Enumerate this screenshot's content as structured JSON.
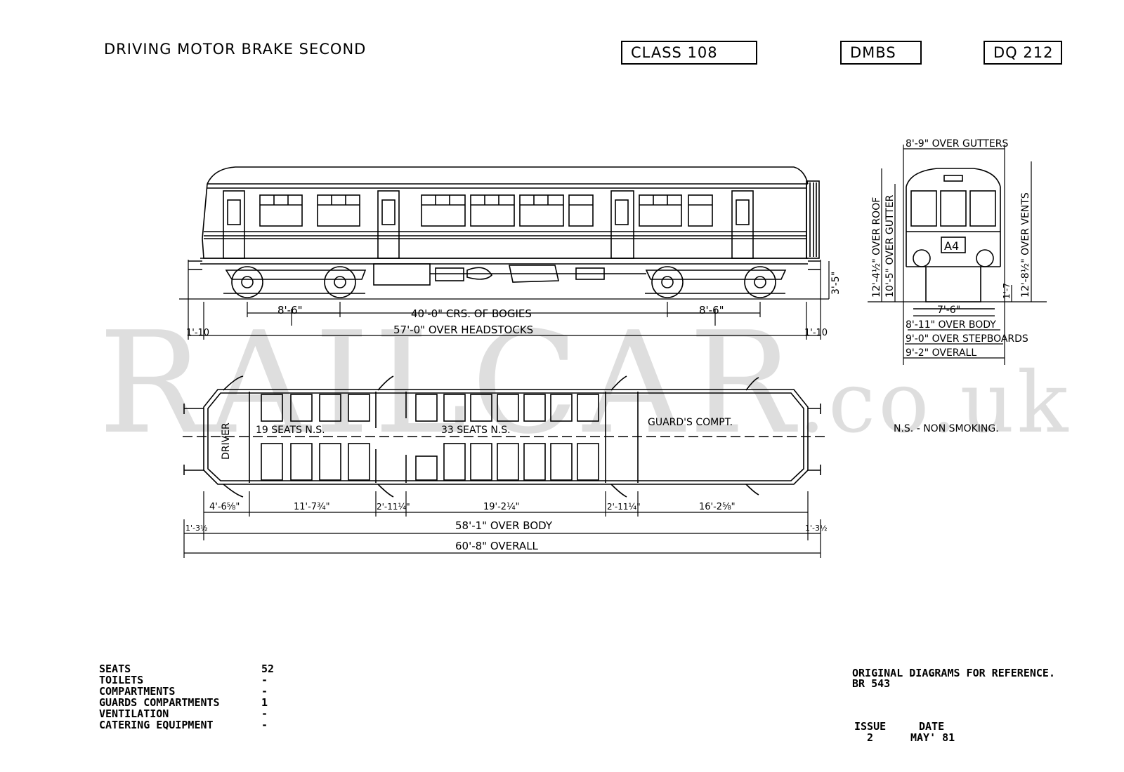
{
  "header": {
    "title": "DRIVING MOTOR BRAKE SECOND",
    "class_code": "CLASS 108",
    "type_code": "DMBS",
    "diagram_code": "DQ 212"
  },
  "side_view": {
    "dim_bogie_wheelbase_left": "8'-6\"",
    "dim_bogie_wheelbase_right": "8'-6\"",
    "dim_bogie_centres": "40'-0\" CRS. OF BOGIES",
    "dim_headstocks": "57'-0\" OVER HEADSTOCKS",
    "dim_buffer_left": "1'-10",
    "dim_buffer_right": "1'-10",
    "dim_height": "3'-5\""
  },
  "end_view": {
    "over_gutters": "8'-9\" OVER GUTTERS",
    "over_roof": "12'-4½\" OVER ROOF",
    "over_gutter": "10'-5\" OVER GUTTER",
    "over_vents": "12'-8½\" OVER VENTS",
    "step_height": "1'-7",
    "bogie_width": "7'-6\"",
    "over_body": "8'-11\" OVER BODY",
    "over_stepboards": "9'-0\" OVER STEPBOARDS",
    "overall": "9'-2\" OVERALL",
    "headcode": "A4"
  },
  "plan_view": {
    "driver": "DRIVER",
    "seats_1": "19 SEATS  N.S.",
    "seats_2": "33 SEATS  N.S.",
    "guards": "GUARD'S  COMPT.",
    "dim_1": "4'-6⅝\"",
    "dim_2": "11'-7¾\"",
    "dim_3": "2'-11¼\"",
    "dim_4": "19'-2¼\"",
    "dim_5": "2'-11¼\"",
    "dim_6": "16'-2⅝\"",
    "dim_end_left": "1'-3½",
    "dim_end_right": "1'-3½",
    "over_body": "58'-1\" OVER BODY",
    "overall": "60'-8\" OVERALL"
  },
  "legend": "N.S. - NON SMOKING.",
  "stats": {
    "rows": [
      {
        "label": "SEATS",
        "value": "52"
      },
      {
        "label": "TOILETS",
        "value": "-"
      },
      {
        "label": "COMPARTMENTS",
        "value": "-"
      },
      {
        "label": "GUARDS COMPARTMENTS",
        "value": "1"
      },
      {
        "label": "VENTILATION",
        "value": "-"
      },
      {
        "label": "CATERING EQUIPMENT",
        "value": "-"
      }
    ]
  },
  "reference": {
    "line1": "ORIGINAL DIAGRAMS FOR REFERENCE.",
    "line2": "BR 543",
    "issue_label": "ISSUE",
    "date_label": "DATE",
    "issue_value": "2",
    "date_value": "MAY' 81"
  },
  "watermark": "RAILCAR.co.uk"
}
